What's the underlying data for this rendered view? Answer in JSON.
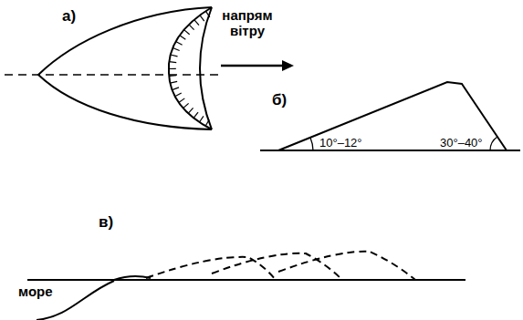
{
  "diagram": {
    "labels": [
      "а)",
      "напрям вітру",
      "б)",
      "10°–12°",
      "30°–40°",
      "в)",
      "море"
    ]
  }
}
